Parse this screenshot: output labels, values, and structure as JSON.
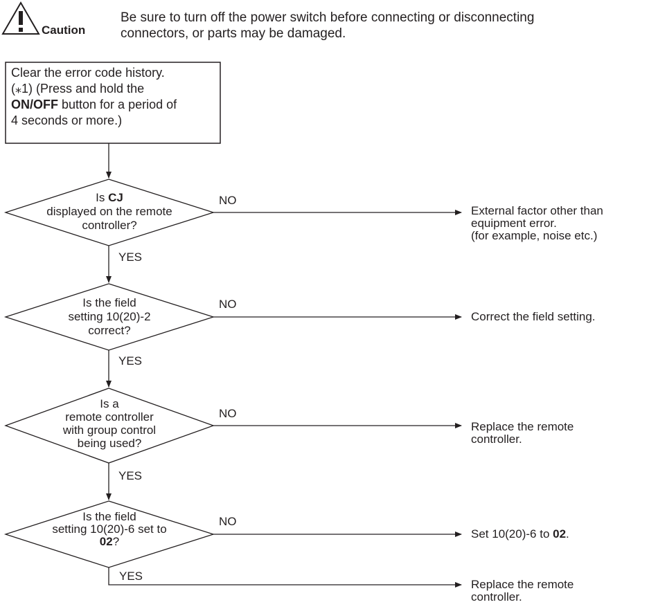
{
  "caution": {
    "label": "Caution",
    "text_line1": "Be sure to turn off the power switch before connecting or disconnecting",
    "text_line2": "connectors, or parts may be damaged."
  },
  "start_box": {
    "line1": "Clear the error code history.",
    "line2": "(⁎1) (Press and hold the",
    "line3_bold": "ON/OFF",
    "line3_rest": " button for a period of",
    "line4": "4 seconds or more.)"
  },
  "decisions": [
    {
      "line1_pre": "Is ",
      "line1_bold": "CJ",
      "line2": "displayed on the remote",
      "line3": "controller?",
      "no_label": "NO",
      "yes_label": "YES",
      "no_result": [
        "External factor other than",
        "equipment error.",
        "(for example, noise etc.)"
      ]
    },
    {
      "line1": "Is the field",
      "line2": "setting 10(20)-2",
      "line3": "correct?",
      "no_label": "NO",
      "yes_label": "YES",
      "no_result": [
        "Correct the field setting."
      ]
    },
    {
      "line1": "Is a",
      "line2": "remote controller",
      "line3": "with group control",
      "line4": "being used?",
      "no_label": "NO",
      "yes_label": "YES",
      "no_result": [
        "Replace the remote",
        "controller."
      ]
    },
    {
      "line1": "Is the field",
      "line2": "setting 10(20)-6 set to",
      "line3_bold": "02",
      "line3_rest": "?",
      "no_label": "NO",
      "yes_label": "YES",
      "no_result_pre": "Set 10(20)-6 to ",
      "no_result_bold": "02",
      "no_result_post": "."
    }
  ],
  "final_result": [
    "Replace the remote",
    "controller."
  ]
}
